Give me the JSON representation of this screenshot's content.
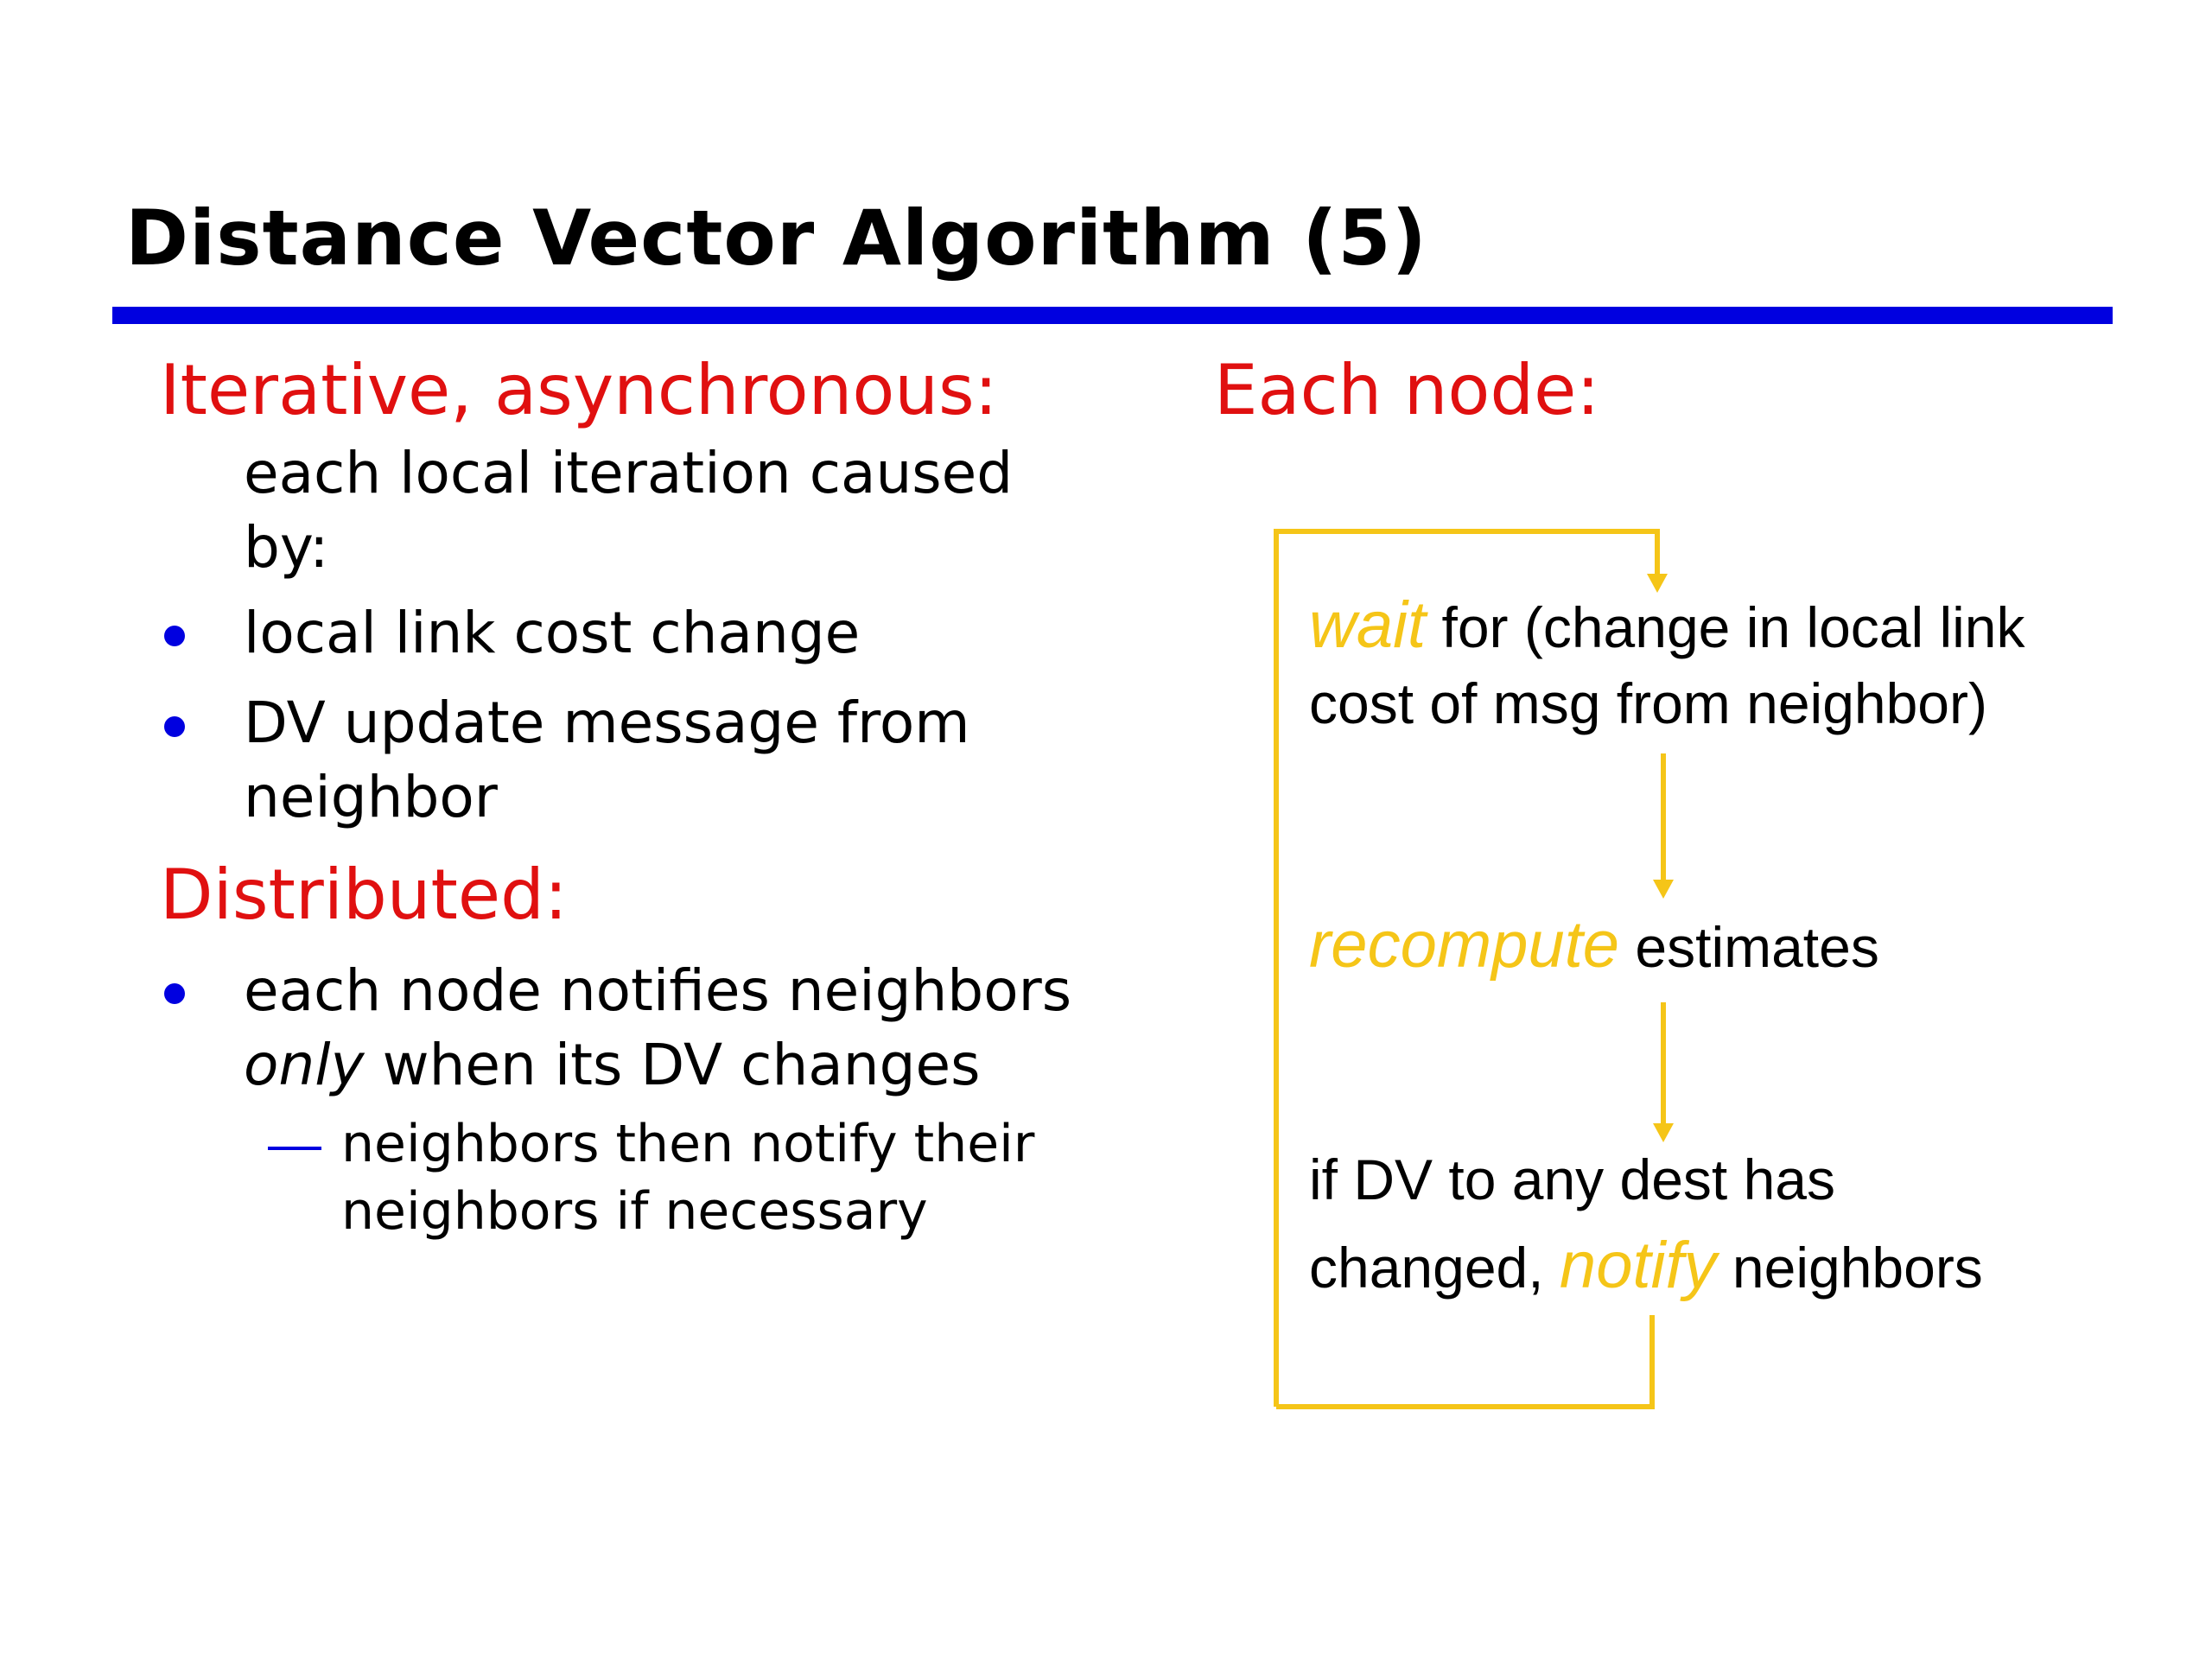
{
  "slide": {
    "title": "Distance Vector Algorithm (5)"
  },
  "left": {
    "heading1": "Iterative, asynchronous:",
    "intro_line1": "each local iteration caused",
    "intro_line2": "by:",
    "bullet1": "local link cost change",
    "bullet2_line1": "DV update message from",
    "bullet2_line2": "neighbor",
    "heading2": "Distributed:",
    "bullet3_line1": "each node notifies neighbors",
    "bullet3_em": "only",
    "bullet3_line2_rest": " when its DV changes",
    "sub_line1": "neighbors then notify their",
    "sub_line2": "neighbors if necessary"
  },
  "right": {
    "heading": "Each node:",
    "step1_keyword": "wait",
    "step1_rest_line1": " for (change in local link",
    "step1_line2": "cost of msg from neighbor)",
    "step2_keyword": "recompute",
    "step2_rest": " estimates",
    "step3_line1": "if DV to any dest has",
    "step3_line2_pre": "changed, ",
    "step3_keyword": "notify",
    "step3_line2_post": " neighbors"
  },
  "colors": {
    "title_rule": "#0000e0",
    "heading": "#e01010",
    "bullet": "#0000e0",
    "keyword": "#f5c518",
    "loop_line": "#f5c518"
  }
}
